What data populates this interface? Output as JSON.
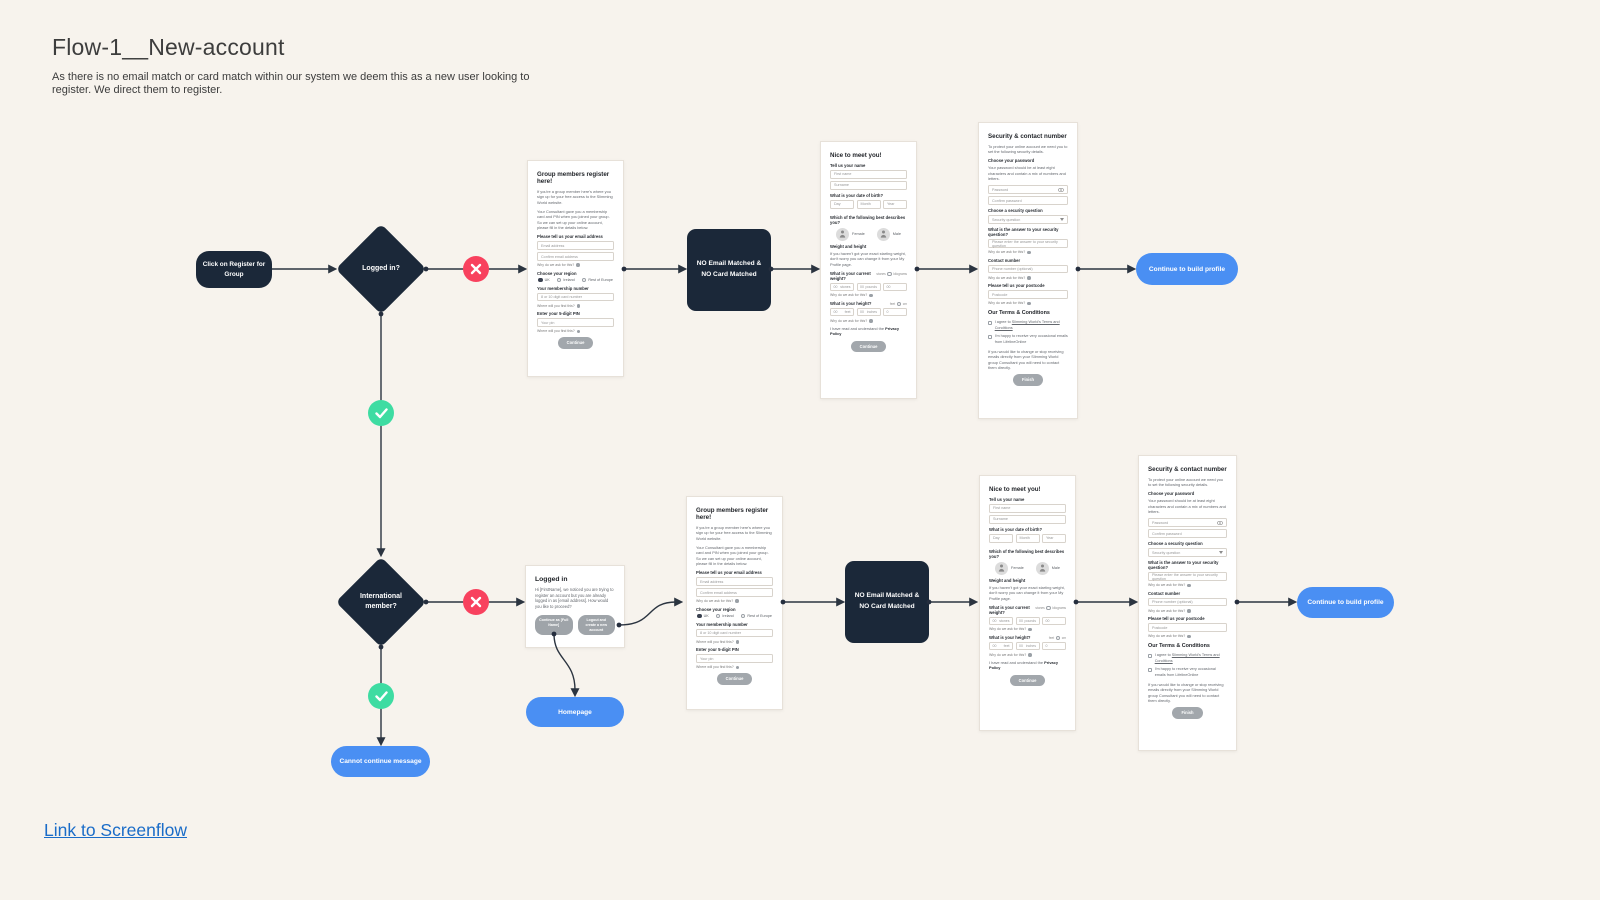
{
  "page": {
    "title": "Flow-1__New-account",
    "subtitle": "As there is no email match or card match within our system we deem this as a new user looking to register. We direct them to register.",
    "link_label": "Link to Screenflow"
  },
  "colors": {
    "canvas": "#F7F3ED",
    "navy": "#1B2839",
    "red": "#F8415E",
    "green": "#3EDCA2",
    "blue": "#4A8FF3",
    "link_blue": "#1A6CC8"
  },
  "nodes": {
    "start": "Click on Register for Group",
    "logged_in_q": "Logged in?",
    "international_q": "International member?",
    "no_match": "NO Email Matched & NO Card Matched",
    "continue_profile": "Continue to build profile",
    "homepage": "Homepage",
    "cannot_continue": "Cannot continue message"
  },
  "forms": {
    "group": {
      "title": "Group members register here!",
      "intro1": "If you're a group member here's where you sign up for your free access to the Slimming World website.",
      "intro2": "Your Consultant gave you a membership card and PIN when you joined your group. So we can set up your online account, please fill in the details below.",
      "email_label": "Please tell us your email address",
      "email_ph": "Email address",
      "confirm_email_ph": "Confirm email address",
      "why_ask": "Why do we ask for this?",
      "region_label": "Choose your region",
      "region_uk": "UK",
      "region_ireland": "Ireland",
      "region_europe": "Rest of Europe",
      "membership_label": "Your membership number",
      "membership_ph": "8 or 10 digit card number",
      "where_find": "Where will you find this?",
      "pin_label": "Enter your 5-digit PIN",
      "pin_ph": "Your pin",
      "continue_label": "Continue"
    },
    "logged_in": {
      "title": "Logged in",
      "body": "Hi [FirstName], we noticed you are trying to register an account but you are already logged in as [email address]. How would you like to proceed?",
      "continue_as": "Continue as [Full Name]",
      "logout": "Logout and create a new account"
    },
    "meet": {
      "title": "Nice to meet you!",
      "name_label": "Tell us your name",
      "first_name_ph": "First name",
      "surname_ph": "Surname",
      "dob_label": "What is your date of birth?",
      "day_ph": "Day",
      "month_ph": "Month",
      "year_ph": "Year",
      "describe_label": "Which of the following best describes you?",
      "female_label": "Female",
      "male_label": "Male",
      "wh_title": "Weight and height",
      "wh_body": "If you haven't got your exact starting weight, don't worry you can change it from your My Profile page.",
      "weight_label": "What is your current weight?",
      "weight_toggle_a": "stones",
      "weight_toggle_b": "kilograms",
      "w1": "00",
      "w1u": "stones",
      "w2": "00",
      "w2u": "pounds",
      "w3": "00",
      "why_ask": "Why do we ask for this?",
      "height_label": "What is your height?",
      "height_toggle_a": "feet",
      "height_toggle_b": "cm",
      "h1": "00",
      "h1u": "feet",
      "h2": "00",
      "h2u": "inches",
      "h3": "0",
      "privacy_prefix": "I have read and understand the ",
      "privacy_link": "Privacy Policy",
      "continue_label": "Continue"
    },
    "security": {
      "title": "Security & contact number",
      "intro": "To protect your online account we need you to set the following security details.",
      "password_label": "Choose your password",
      "password_hint": "Your password should be at least eight characters and contain a mix of numbers and letters.",
      "password_ph": "Password",
      "confirm_password_ph": "Confirm password",
      "question_label": "Choose a security question",
      "question_ph": "Security question",
      "answer_label": "What is the answer to your security question?",
      "answer_ph": "Please enter the answer to your security question",
      "why_ask": "Why do we ask for this?",
      "contact_label": "Contact number",
      "contact_ph": "Phone number (optional)",
      "postcode_label": "Please tell us your postcode",
      "postcode_ph": "Postcode",
      "terms_title": "Our Terms & Conditions",
      "agree_prefix": "I agree to ",
      "agree_link": "Slimming World's Terms and Conditions",
      "emails_text": "I'm happy to receive very occasional emails from LifelineOnline",
      "note": "If you would like to change or stop receiving emails directly from your Slimming World group Consultant you will need to contact them directly.",
      "finish_label": "Finish"
    }
  }
}
